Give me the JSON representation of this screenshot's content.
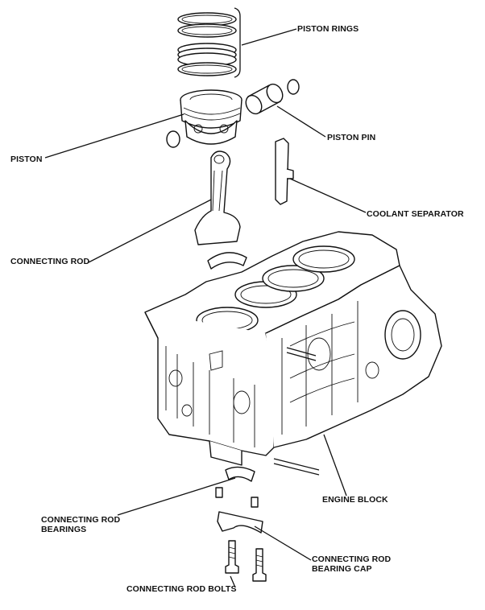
{
  "labels": {
    "piston_rings": "PISTON RINGS",
    "piston_pin": "PISTON PIN",
    "piston": "PISTON",
    "coolant_separator": "COOLANT SEPARATOR",
    "connecting_rod": "CONNECTING ROD",
    "engine_block": "ENGINE BLOCK",
    "connecting_rod_bearings_1": "CONNECTING ROD",
    "connecting_rod_bearings_2": "BEARINGS",
    "connecting_rod_bearing_cap_1": "CONNECTING ROD",
    "connecting_rod_bearing_cap_2": "BEARING CAP",
    "connecting_rod_bolts": "CONNECTING ROD BOLTS"
  }
}
